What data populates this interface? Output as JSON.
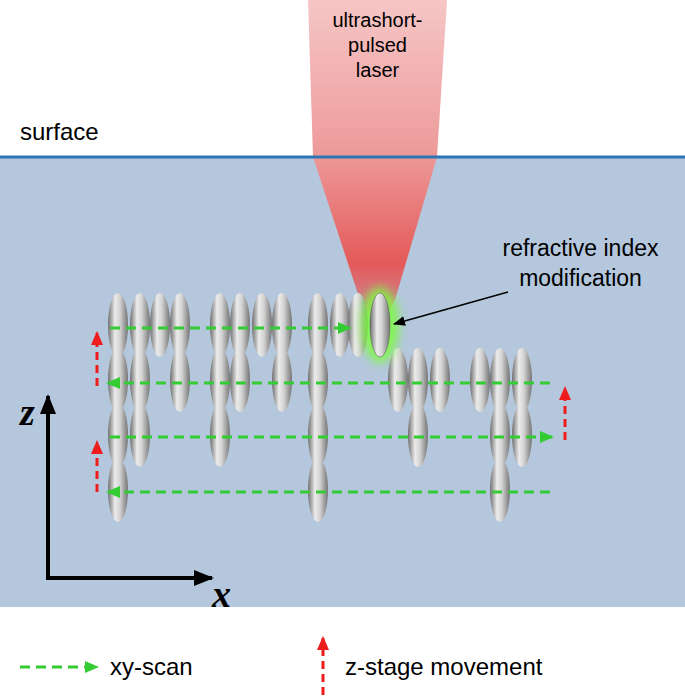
{
  "diagram": {
    "nodes": [
      {
        "text": [
          "ultrashort-pulsed laser"
        ]
      }
    ],
    "labels": [
      "surface",
      "refractive index modification",
      "z",
      "x"
    ],
    "legend": [
      {
        "text": "xy-scan"
      },
      {
        "text": "z-stage movement"
      }
    ]
  }
}
